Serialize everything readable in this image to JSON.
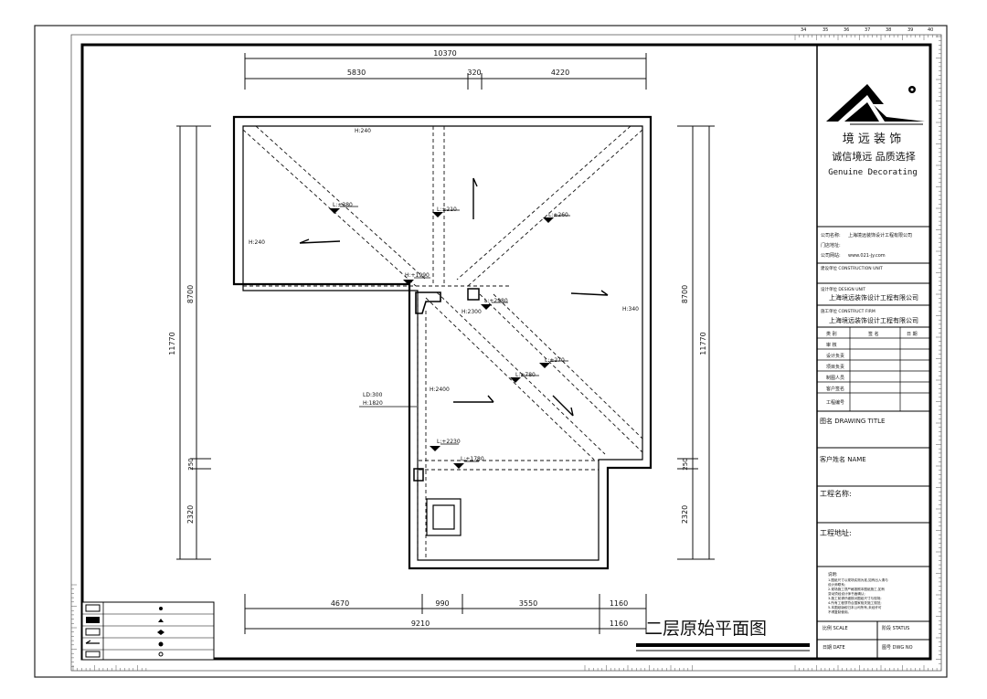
{
  "dims": {
    "top_total": "10370",
    "top_segments": [
      "5830",
      "320",
      "4220"
    ],
    "left_total": "11770",
    "left_segments": [
      "8700",
      "250",
      "2320"
    ],
    "right_segments": [
      "8700",
      "11770",
      "250",
      "2320"
    ],
    "bottom_row1": [
      "4670",
      "990",
      "3550",
      "1160"
    ],
    "bottom_row2": [
      "9210",
      "1160"
    ]
  },
  "plan_labels": {
    "h_top": "H:240",
    "h_left": "H:240",
    "h_right": "H:340",
    "l_380": "L:±380",
    "l_210": "L:±210",
    "l_260": "L:±260",
    "h_1990": "H:+1990",
    "l_2980": "L:+2980",
    "h_2300": "H:2300",
    "l_270": "L:±270",
    "l_780": "L:±780",
    "h_2400": "H:2400",
    "ld": "LD:300",
    "h_1820": "H:1820",
    "l_2230": "L:+2230",
    "l_1780": "L:+1780"
  },
  "drawing_title": "二层原始平面图",
  "title_block": {
    "brand_cn": "境 远 装 饰",
    "slogan": "诚信境远  品质选择",
    "brand_en": "Genuine Decorating",
    "company_name_label": "公司名称:",
    "company_name": "上海境远装饰设计工程有限公司",
    "shop_addr_label": "门店地址:",
    "website_label": "公司网站:",
    "website": "www.021-jy.com",
    "construction_unit": "建设单位  CONSTRUCTION UNIT",
    "design_unit": "设计单位  DESIGN UNIT",
    "design_company": "上海境远装饰设计工程有限公司",
    "construct_firm": "施工单位  CONSTRUCT FIRM",
    "construct_company": "上海境远装饰设计工程有限公司",
    "table_header": [
      "类  别",
      "签  名",
      "日  期"
    ],
    "roles": [
      "审  核",
      "设计负责",
      "项目负责",
      "制图人员",
      "客户签名",
      "工程编号"
    ],
    "drawing_title_label": "图名  DRAWING TITLE",
    "client_label": "客户姓名  NAME",
    "project_name_label": "工程名称:",
    "project_addr_label": "工程地址:",
    "notes_title": "说明:",
    "notes": [
      "1.图纸尺寸以现场实测为准,如有出入请与",
      "  设计师联系;",
      "2.现场施工须严格按照本图纸施工,如有",
      "  变动须经设计师书面确认;",
      "3.施工前请仔细核对图纸尺寸与现场;",
      "4.所有工程须符合国家相关施工规范;",
      "5.本图纸版权归本公司所有,未经许可",
      "  不得复制使用。"
    ],
    "scale_label": "比例  SCALE",
    "status_label": "阶段  STATUS",
    "date_label": "日期  DATE",
    "drawing_no_label": "图号  DWG NO"
  },
  "ruler_numbers": [
    "34",
    "35",
    "36",
    "37",
    "38",
    "39",
    "40"
  ],
  "legend_rows": 5
}
